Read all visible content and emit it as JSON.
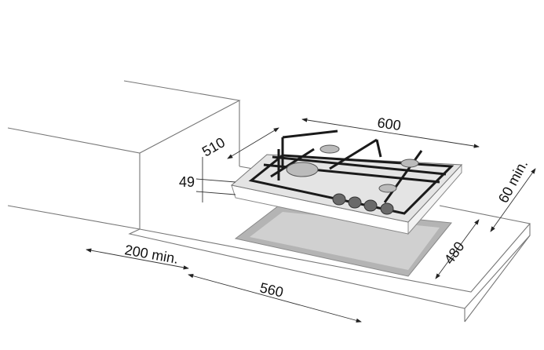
{
  "diagram": {
    "dimensions": {
      "width": "600",
      "depth": "510",
      "height": "49",
      "cutout_width": "560",
      "cutout_depth": "480",
      "side_clearance": "200 min.",
      "back_clearance": "60 min."
    },
    "colors": {
      "lines": "#777777",
      "cutout": "#b4b4b4",
      "hob": "#e6e6e6",
      "grate": "#1a1a1a",
      "knob": "#666666"
    }
  }
}
